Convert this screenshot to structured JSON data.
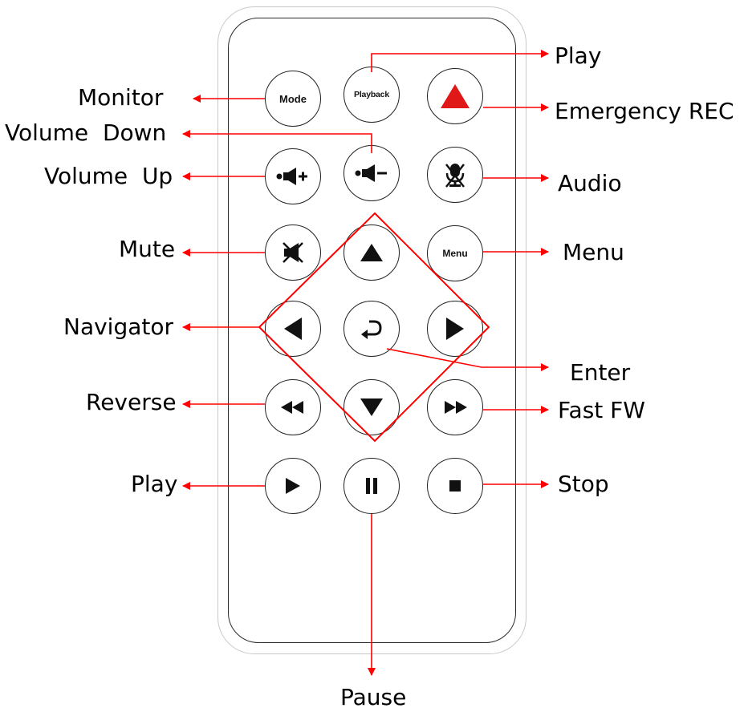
{
  "colors": {
    "annotation": "#ff0000",
    "button_outline": "#222222",
    "body_outline": "#c8c8c8",
    "emergency": "#e01818"
  },
  "buttons": [
    {
      "id": "mode",
      "text": "Mode",
      "icon": ""
    },
    {
      "id": "playback",
      "text": "Playback",
      "icon": ""
    },
    {
      "id": "emergency",
      "text": "",
      "icon": "red-triangle-icon"
    },
    {
      "id": "vol-up",
      "text": "",
      "icon": "volume-up-icon"
    },
    {
      "id": "vol-down",
      "text": "",
      "icon": "volume-down-icon"
    },
    {
      "id": "audio",
      "text": "",
      "icon": "mic-off-icon"
    },
    {
      "id": "mute",
      "text": "",
      "icon": "mute-icon"
    },
    {
      "id": "up",
      "text": "",
      "icon": "arrow-up-icon"
    },
    {
      "id": "menu",
      "text": "Menu",
      "icon": ""
    },
    {
      "id": "left",
      "text": "",
      "icon": "arrow-left-icon"
    },
    {
      "id": "enter",
      "text": "",
      "icon": "return-icon"
    },
    {
      "id": "right",
      "text": "",
      "icon": "arrow-right-icon"
    },
    {
      "id": "reverse",
      "text": "",
      "icon": "rewind-icon"
    },
    {
      "id": "down",
      "text": "",
      "icon": "arrow-down-icon"
    },
    {
      "id": "fastfw",
      "text": "",
      "icon": "fast-forward-icon"
    },
    {
      "id": "play",
      "text": "",
      "icon": "play-icon"
    },
    {
      "id": "pause",
      "text": "",
      "icon": "pause-icon"
    },
    {
      "id": "stop",
      "text": "",
      "icon": "stop-icon"
    }
  ],
  "labels": {
    "play_top": "Play",
    "monitor": "Monitor",
    "emergency_rec": "Emergency REC",
    "volume_down": "Volume  Down",
    "volume_up": "Volume  Up",
    "audio": "Audio",
    "mute": "Mute",
    "menu": "Menu",
    "navigator": "Navigator",
    "enter": "Enter",
    "reverse": "Reverse",
    "fast_fw": "Fast FW",
    "play_bottom": "Play",
    "stop": "Stop",
    "pause": "Pause"
  }
}
